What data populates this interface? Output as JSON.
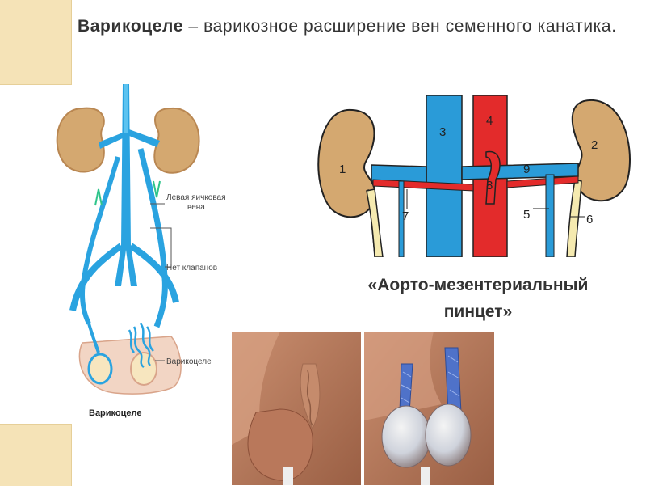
{
  "title": {
    "term": "Варикоцеле",
    "rest": " – варикозное расширение вен семенного канатика."
  },
  "left_diagram": {
    "label_left_vein": "Левая яичковая вена",
    "label_left_vein_line1": "Левая яичковая",
    "label_left_vein_line2": "вена",
    "label_no_valves": "Нет клапанов",
    "label_varicocele": "Варикоцеле",
    "caption": "Варикоцеле"
  },
  "right_diagram": {
    "numbers": [
      "1",
      "2",
      "3",
      "4",
      "5",
      "6",
      "7",
      "8",
      "9"
    ]
  },
  "pincet_label": "«Аорто-мезентериальный пинцет»",
  "colors": {
    "vein": "#2aa3e0",
    "artery": "#e32b2b",
    "kidney": "#d4a870",
    "kidney_dark": "#b98752",
    "corner": "#f5e3b7",
    "text": "#333333"
  }
}
